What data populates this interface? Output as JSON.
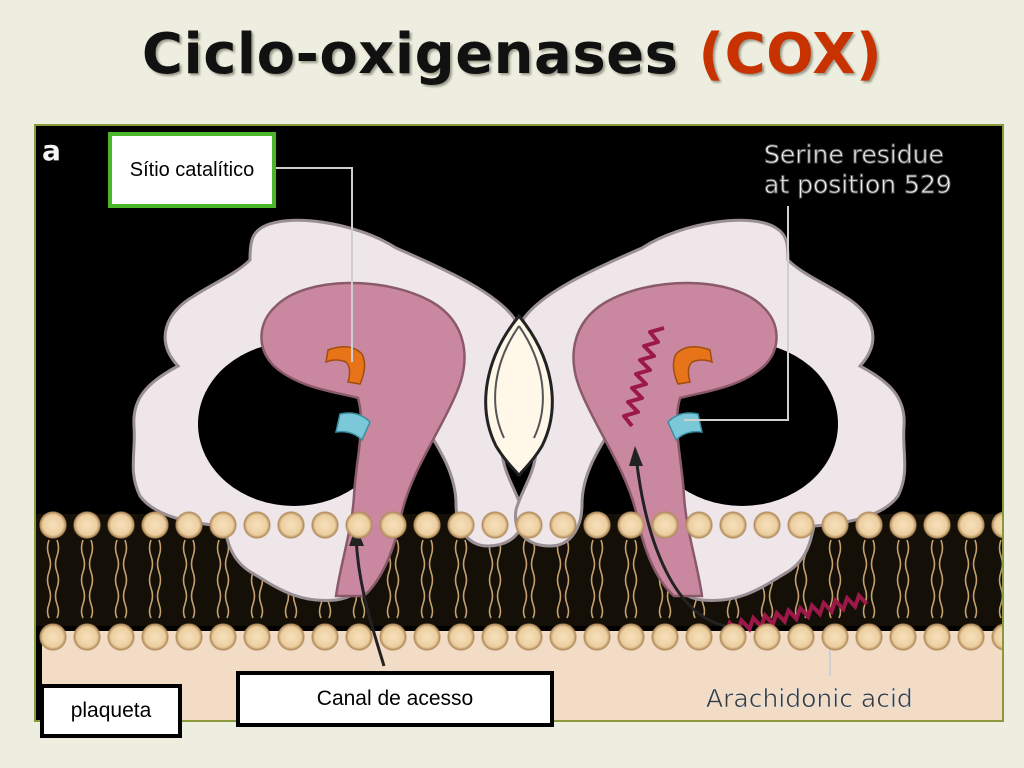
{
  "title": {
    "main": "Ciclo-oxigenases",
    "accent": "(COX)"
  },
  "figure": {
    "panel_label": "a",
    "serine_label_line1": "Serine residue",
    "serine_label_line2": "at position 529",
    "arachidonic_label": "Arachidonic acid"
  },
  "annotations": {
    "catalytic_site": "Sítio catalítico",
    "access_channel": "Canal de acesso",
    "platelet": "plaqueta"
  },
  "colors": {
    "accent": "#c83200",
    "catalytic_box_border": "#4bb62a",
    "protein_fill": "#efe6ea",
    "channel_fill": "#c9889f",
    "serine_orange": "#e8741a",
    "site_blue": "#7ac8d8",
    "membrane_head": "#eccfa0",
    "arachidonic_acid": "#9c1848"
  }
}
